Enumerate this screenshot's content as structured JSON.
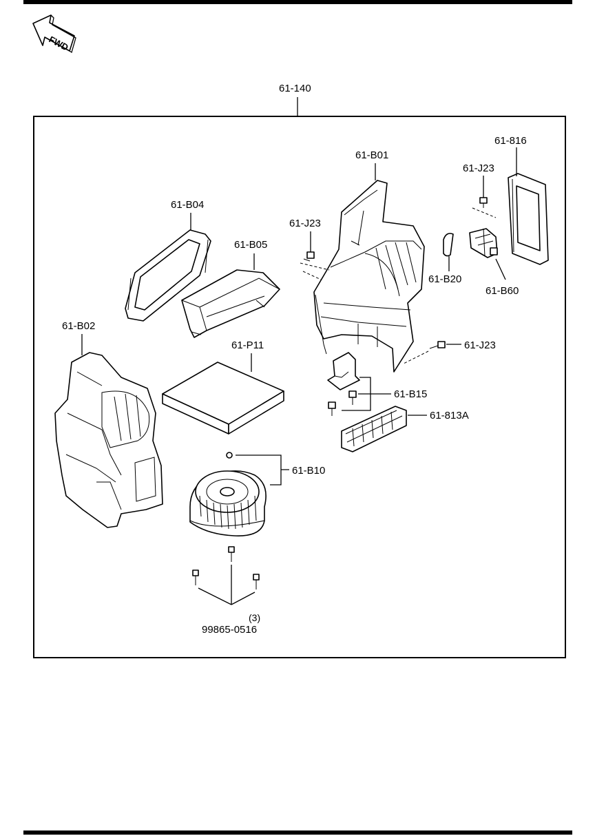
{
  "orientation": {
    "arrow_label": "FWD",
    "icon": "forward-arrow-icon"
  },
  "assembly_label": "61-140",
  "parts": {
    "b01": "61-B01",
    "b02": "61-B02",
    "b04": "61-B04",
    "b05": "61-B05",
    "b10": "61-B10",
    "b15": "61-B15",
    "b20": "61-B20",
    "b60": "61-B60",
    "j23_a": "61-J23",
    "j23_b": "61-J23",
    "j23_c": "61-J23",
    "p11": "61-P11",
    "n813a": "61-813A",
    "n816": "61-816",
    "screw_part": "99865-0516",
    "screw_qty": "(3)"
  }
}
